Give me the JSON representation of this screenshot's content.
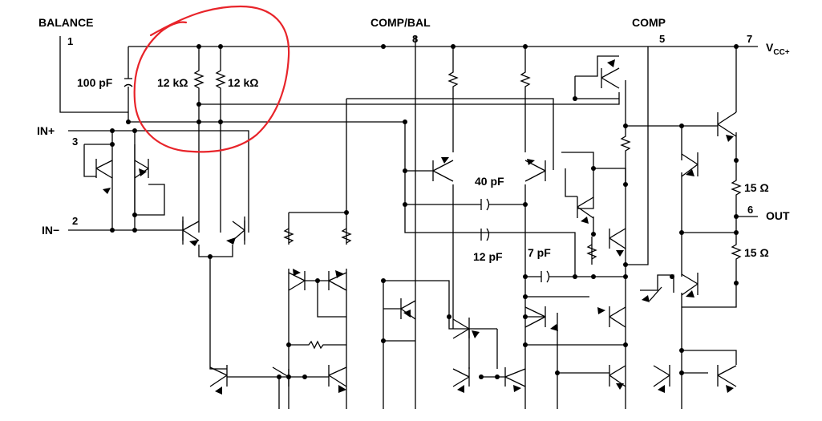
{
  "pins": {
    "balance": {
      "name": "BALANCE",
      "number": "1"
    },
    "in_plus": {
      "name": "IN+",
      "number": "3"
    },
    "in_minus": {
      "name": "IN−",
      "number": "2"
    },
    "comp_bal": {
      "name": "COMP/BAL",
      "number": "8"
    },
    "comp": {
      "name": "COMP",
      "number": "5"
    },
    "vcc": {
      "name": "V",
      "sub": "CC+",
      "number": "7"
    },
    "out": {
      "name": "OUT",
      "number": "6"
    }
  },
  "components": {
    "c_balance": "100 pF",
    "r_load_left": "12 kΩ",
    "r_load_right": "12 kΩ",
    "c_40": "40 pF",
    "c_12": "12 pF",
    "c_7": "7 pF",
    "r_out_top": "15 Ω",
    "r_out_bottom": "15 Ω"
  },
  "annotation": {
    "color": "#e8242a",
    "shape": "hand-drawn-circle"
  }
}
